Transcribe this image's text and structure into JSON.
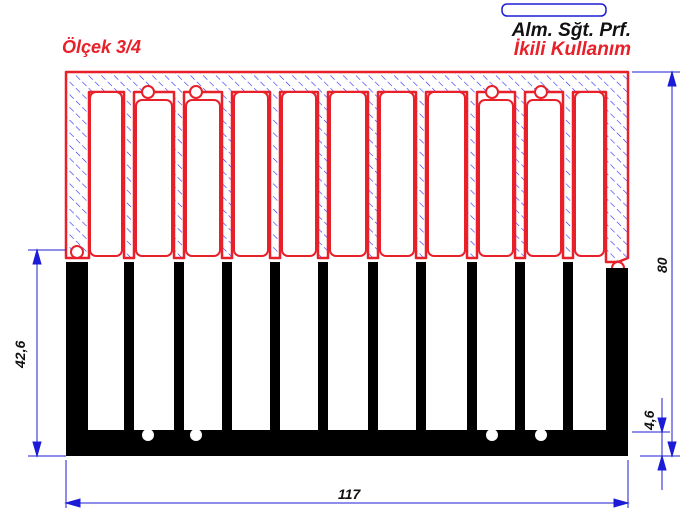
{
  "labels": {
    "scale": "Ölçek 3/4",
    "title_line1": "Alm. Sğt. Prf.",
    "title_line2": "İkili Kullanım"
  },
  "dimensions": {
    "width": "117",
    "height": "80",
    "base": "4,6",
    "lower_height": "42,6"
  },
  "colors": {
    "outline_red": "#e8202a",
    "dimension_blue": "#1c1cd6",
    "hatch_blue": "#2a2aff",
    "profile_black": "#000000"
  }
}
